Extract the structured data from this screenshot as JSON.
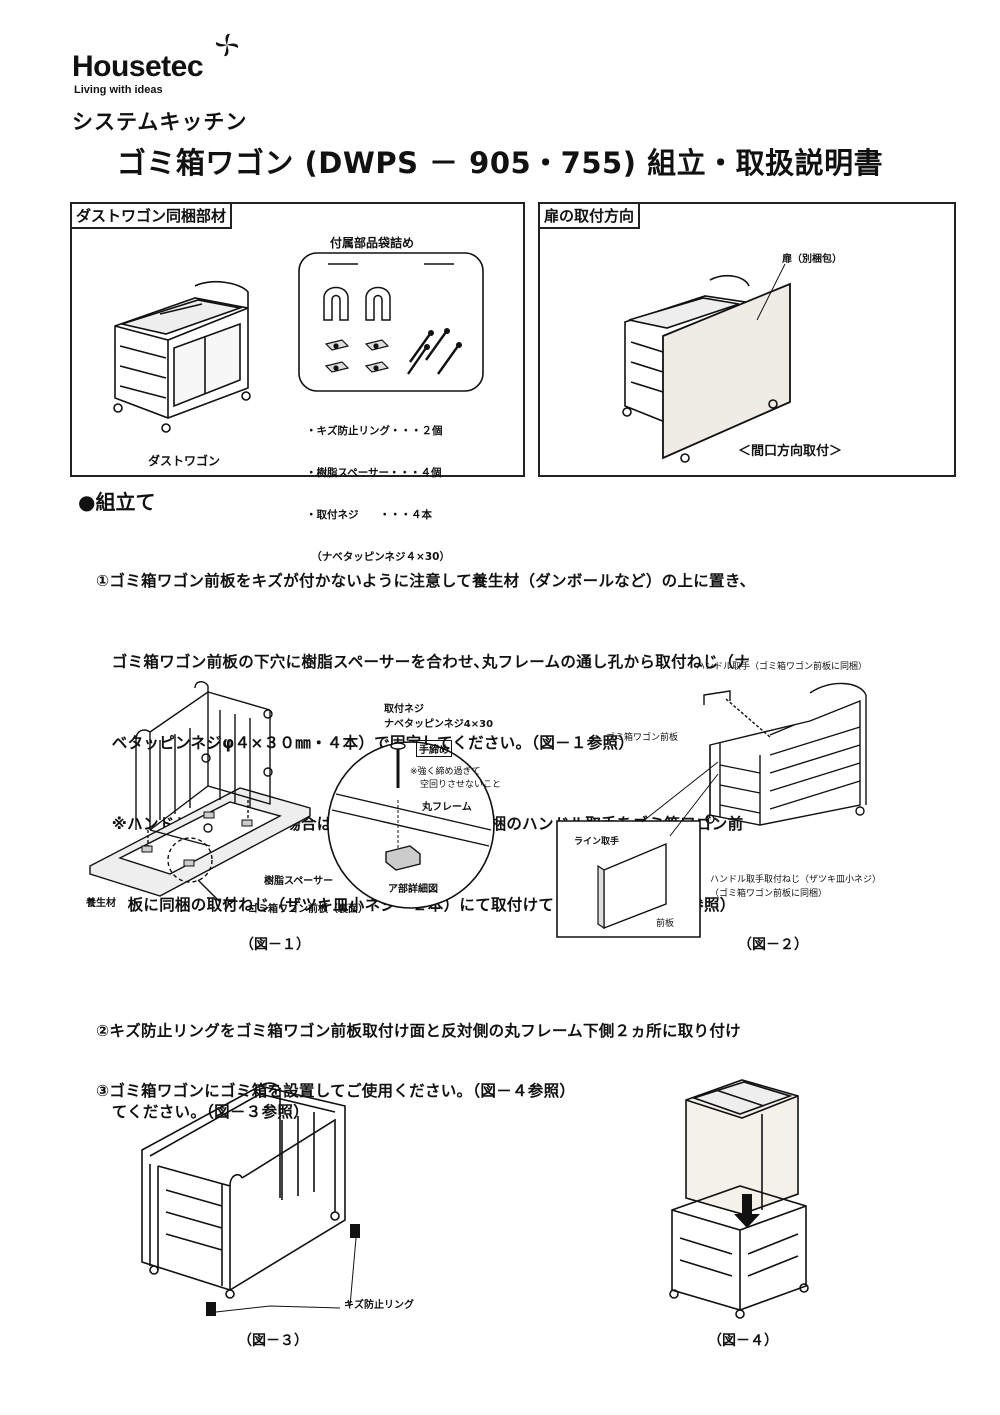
{
  "header": {
    "brand": "Housetec",
    "tagline": "Living with ideas",
    "subtitle": "システムキッチン",
    "title": "ゴミ箱ワゴン (DWPS － 905・755) 組立・取扱説明書"
  },
  "panel_parts": {
    "label": "ダストワゴン同梱部材",
    "bag_title": "付属部品袋詰め",
    "wagon_label": "ダストワゴン",
    "list": [
      "・キズ防止リング・・・２個",
      "・樹脂スペーサー・・・４個",
      "・取付ネジ　　・・・４本",
      "　（ナベタッピンネジ４×30）"
    ]
  },
  "panel_door": {
    "label": "扉の取付方向",
    "door_label": "扉（別梱包）",
    "direction_label": "＜間口方向取付＞"
  },
  "assembly": {
    "heading": "●組立て",
    "step1": [
      "①ゴミ箱ワゴン前板をキズが付かないように注意して養生材（ダンボールなど）の上に置き、",
      "　ゴミ箱ワゴン前板の下穴に樹脂スペーサーを合わせ､丸フレームの通し孔から取付ねじ（ナ",
      "　ベタッピンネジφ４×３０㎜・４本）で固定してください。（図－１参照）",
      "　※ハンドル取手タイプの場合はゴミ箱ワゴン前板に同梱のハンドル取手をゴミ箱ワゴン前",
      "　　板に同梱の取付ねじ（ザツキ皿小ネジ・２本）にて取付けてください。（図－２参照）"
    ],
    "step2": [
      "②キズ防止リングをゴミ箱ワゴン前板取付け面と反対側の丸フレーム下側２ヵ所に取り付け",
      "　てください。（図－３参照）"
    ],
    "step3": [
      "③ゴミ箱ワゴンにゴミ箱を設置してご使用ください。（図－４参照）"
    ]
  },
  "fig1": {
    "caption": "（図－１）",
    "screw_label": "取付ネジ",
    "screw_spec": "ナベタッピンネジ4×30",
    "hand_tighten": "手締め",
    "warning_1": "※強く締め過ぎて",
    "warning_2": "空回りさせないこと",
    "round_frame": "丸フレーム",
    "spacer": "樹脂スペーサー",
    "detail_a": "ア部詳細図",
    "curing_material": "養生材",
    "front_panel_back": "ゴミ箱ワゴン前板（裏面）",
    "mark_a": "ア"
  },
  "fig2": {
    "caption": "（図－２）",
    "handle": "ハンドル取手（ゴミ箱ワゴン前板に同梱）",
    "front_panel": "ゴミ箱ワゴン前板",
    "line_handle": "ライン取手",
    "panel": "前板",
    "screw_1": "ハンドル取手取付ねじ（ザツキ皿小ネジ）",
    "screw_2": "（ゴミ箱ワゴン前板に同梱）"
  },
  "fig3": {
    "caption": "（図－３）",
    "ring": "キズ防止リング"
  },
  "fig4": {
    "caption": "（図－４）"
  },
  "icons": [
    "housetec-logo-icon",
    "screw-icon",
    "spacer-icon",
    "ring-icon",
    "down-arrow-icon"
  ]
}
